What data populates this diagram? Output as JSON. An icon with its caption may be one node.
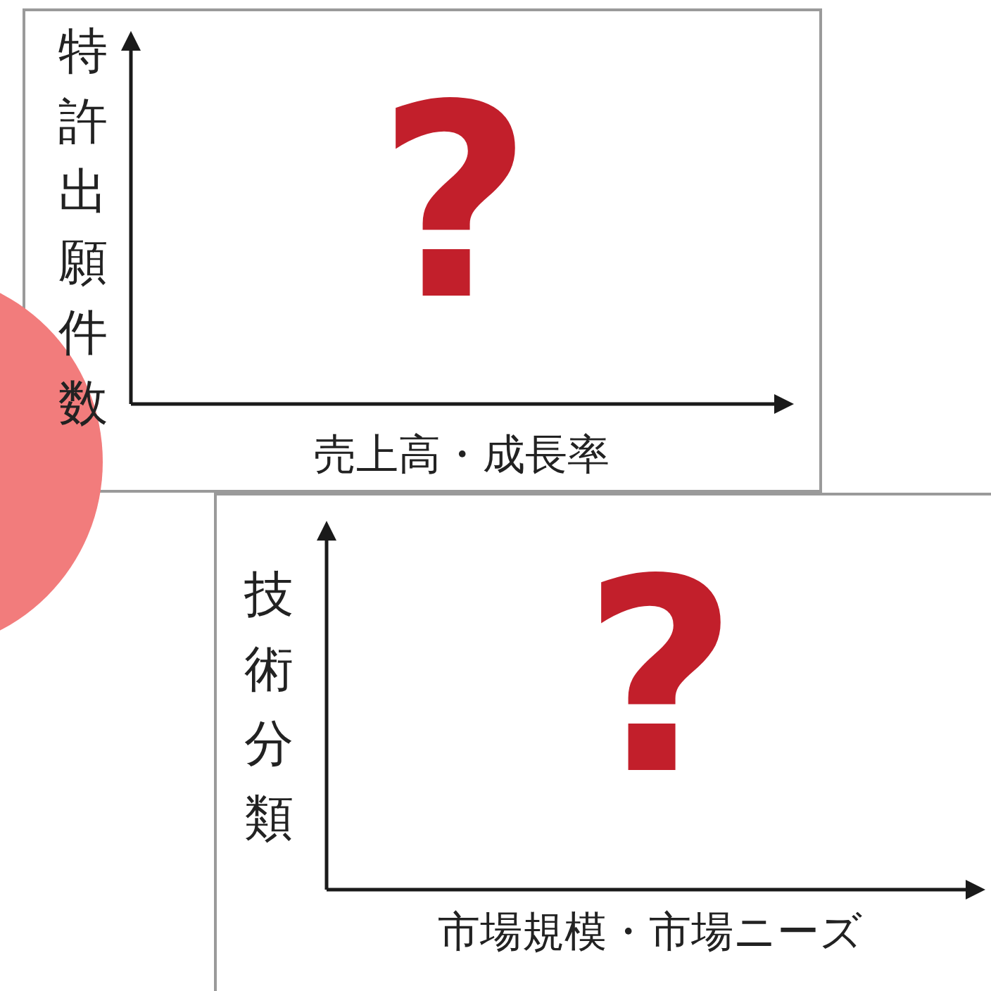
{
  "diagram": {
    "nodes": [
      {
        "text": [
          "特許出願件数",
          "?",
          "売上高・成長率"
        ]
      },
      {
        "text": [
          "技術分類",
          "?",
          "市場規模・市場ニーズ"
        ]
      }
    ]
  }
}
